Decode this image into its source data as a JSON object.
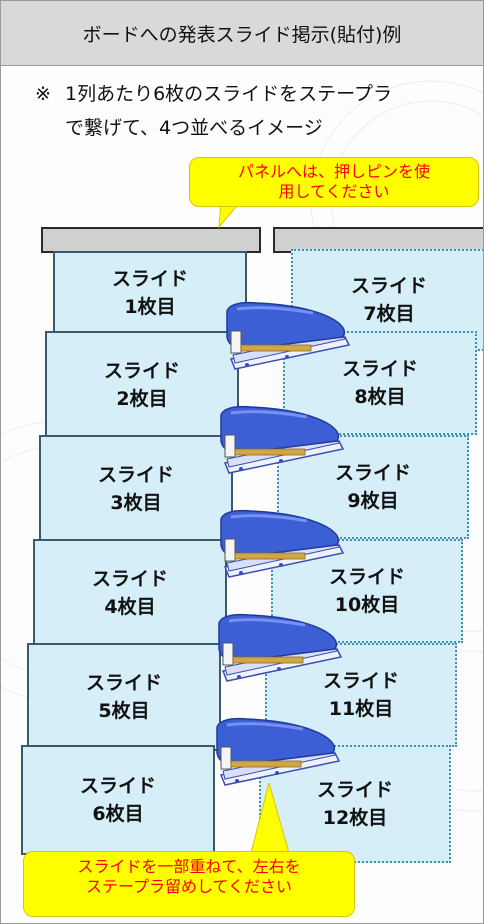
{
  "header": {
    "title": "ボードへの発表スライド掲示(貼付)例"
  },
  "note": {
    "mark": "※",
    "line1": "1列あたり6枚のスライドをステープラ",
    "line2": "で繋げて、4つ並べるイメージ"
  },
  "callouts": {
    "top": {
      "line1": "パネルへは、押しピンを使",
      "line2": "用してください"
    },
    "bottom": {
      "line1": "スライドを一部重ねて、左右を",
      "line2": "ステープラ留めしてください"
    }
  },
  "slides_left": [
    {
      "l1": "スライド",
      "l2": "1枚目"
    },
    {
      "l1": "スライド",
      "l2": "2枚目"
    },
    {
      "l1": "スライド",
      "l2": "3枚目"
    },
    {
      "l1": "スライド",
      "l2": "4枚目"
    },
    {
      "l1": "スライド",
      "l2": "5枚目"
    },
    {
      "l1": "スライド",
      "l2": "6枚目"
    }
  ],
  "slides_right": [
    {
      "l1": "スライド",
      "l2": "7枚目"
    },
    {
      "l1": "スライド",
      "l2": "8枚目"
    },
    {
      "l1": "スライド",
      "l2": "9枚目"
    },
    {
      "l1": "スライド",
      "l2": "10枚目"
    },
    {
      "l1": "スライド",
      "l2": "11枚目"
    },
    {
      "l1": "スライド",
      "l2": "12枚目"
    }
  ],
  "colors": {
    "callout_fill": "#ffff00",
    "callout_text": "#ff0000",
    "slide_fill": "#d6eef8",
    "stapler_body": "#3d5fd6"
  },
  "icons": {
    "stapler": "stapler-icon"
  }
}
